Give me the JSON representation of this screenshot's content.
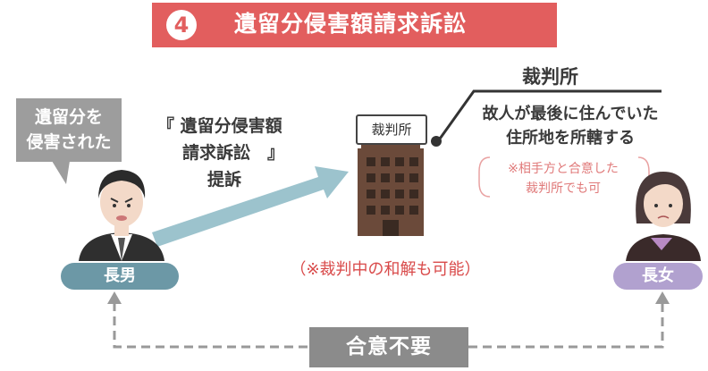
{
  "header": {
    "step_number": "4",
    "title": "遺留分侵害額請求訴訟"
  },
  "son": {
    "bubble_line1": "遺留分を",
    "bubble_line2": "侵害された",
    "label": "長男"
  },
  "claim": {
    "line1": "『 遺留分侵害額",
    "line2": "請求訴訟　』",
    "line3": "提訴"
  },
  "court": {
    "name": "裁判所",
    "sign": "裁判所",
    "desc_line1": "故人が最後に住んでいた",
    "desc_line2": "住所地を所轄する",
    "note_line1": "※相手方と合意した",
    "note_line2": "裁判所でも可"
  },
  "settlement_note": "（※裁判中の和解も可能）",
  "daughter": {
    "label": "長女"
  },
  "consent": {
    "label": "合意不要"
  },
  "colors": {
    "banner": "#e25e5e",
    "arrow": "#9cc3cd",
    "son_label": "#6c98a6",
    "daughter_label": "#b1a1cf",
    "consent_box": "#8b8b8b",
    "note_text": "#e07a7a",
    "settlement_text": "#d94a4a"
  }
}
